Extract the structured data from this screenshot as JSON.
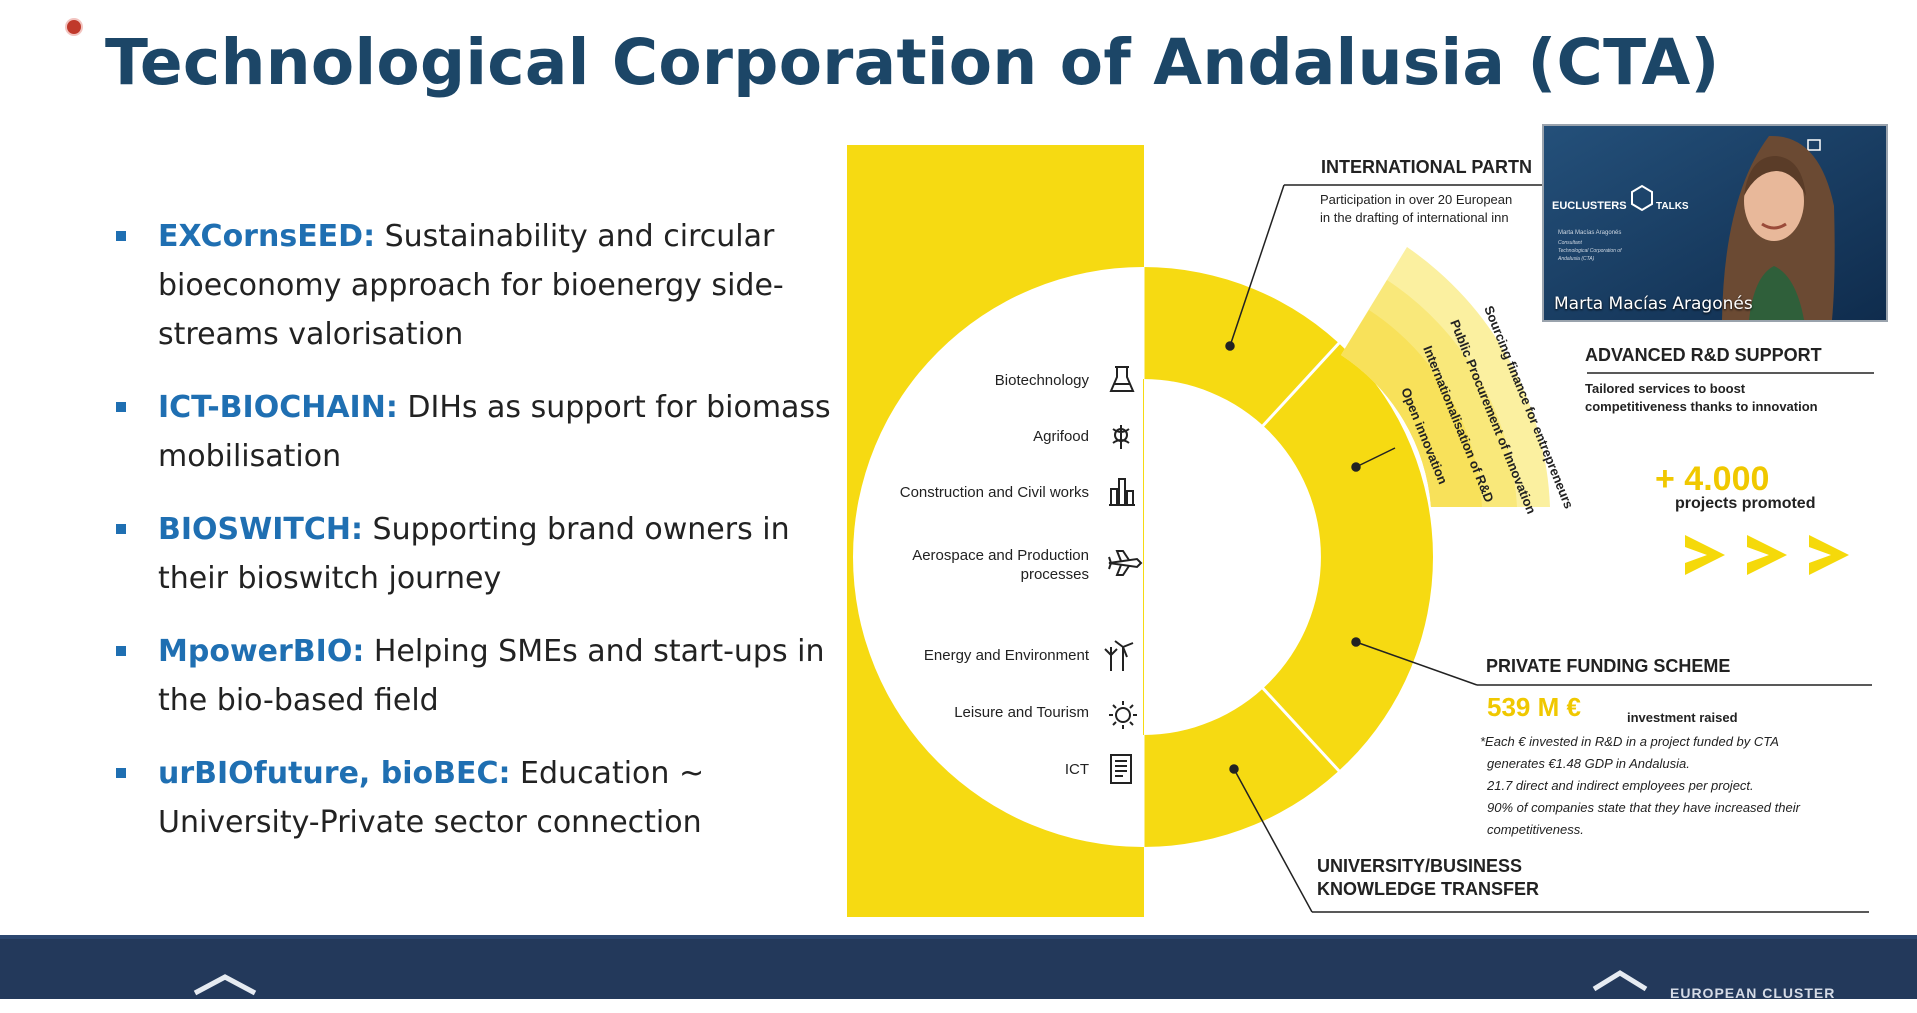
{
  "slide": {
    "title": "Technological Corporation of Andalusia (CTA)",
    "bullets": [
      {
        "highlight": "EXCornsEED:",
        "text": " Sustainability and circular bioeconomy approach for bioenergy side-streams valorisation"
      },
      {
        "highlight": "ICT-BIOCHAIN:",
        "text": " DIHs as support for biomass mobilisation"
      },
      {
        "highlight": "BIOSWITCH:",
        "text": " Supporting brand owners in their bioswitch journey"
      },
      {
        "highlight": "MpowerBIO:",
        "text": " Helping SMEs and start-ups in the bio-based field"
      },
      {
        "highlight": "urBIOfuture, bioBEC:",
        "text": " Education ~ University-Private sector connection"
      }
    ]
  },
  "infographic": {
    "sectors": [
      {
        "label": "Biotechnology",
        "icon": "flask-icon"
      },
      {
        "label": "Agrifood",
        "icon": "sprout-icon"
      },
      {
        "label": "Construction and Civil works",
        "icon": "buildings-icon"
      },
      {
        "label": "Aerospace and Production",
        "label2": "processes",
        "icon": "airplane-icon"
      },
      {
        "label": "Energy and Environment",
        "icon": "wind-turbine-icon"
      },
      {
        "label": "Leisure and Tourism",
        "icon": "sun-icon"
      },
      {
        "label": "ICT",
        "icon": "document-icon"
      }
    ],
    "fan_labels": [
      "Sourcing finance for entrepreneurs",
      "Public Procurement of Innovation",
      "Internationalisation of R&D",
      "Open innovation"
    ],
    "international": {
      "heading": "INTERNATIONAL PARTN",
      "line1": "Participation in over 20 European",
      "line2": "in the drafting of international inn"
    },
    "advanced": {
      "heading": "ADVANCED R&D SUPPORT",
      "line1": "Tailored services to boost",
      "line2": "competitiveness thanks to innovation",
      "stat": "+ 4.000",
      "stat_label": "projects promoted",
      "arrows": "> > >"
    },
    "private": {
      "heading": "PRIVATE FUNDING SCHEME",
      "amount": "539 M €",
      "amount_label": "investment raised",
      "notes": [
        "*Each € invested in R&D in a project funded by CTA",
        "generates €1.48 GDP in Andalusia.",
        "21.7 direct and indirect employees per project.",
        "90% of companies state that they have increased their",
        "competitiveness."
      ]
    },
    "university": {
      "line1": "UNIVERSITY/BUSINESS",
      "line2": "KNOWLEDGE TRANSFER"
    }
  },
  "webcam": {
    "speaker_name": "Marta Macías Aragonés",
    "brand_left": "EUCLUSTERS",
    "brand_right": "TALKS",
    "sub1": "Marta Macías Aragonés",
    "sub2": "Consultant",
    "sub3": "Technological Corporation of",
    "sub4": "Andalusia (CTA)"
  },
  "footer": {
    "brand": "EUROPEAN CLUSTER"
  },
  "colors": {
    "title": "#1c4667",
    "accent_blue": "#1f6fb2",
    "yellow": "#f5d90a",
    "stat_yellow": "#f0c800",
    "footer": "#23395b"
  }
}
